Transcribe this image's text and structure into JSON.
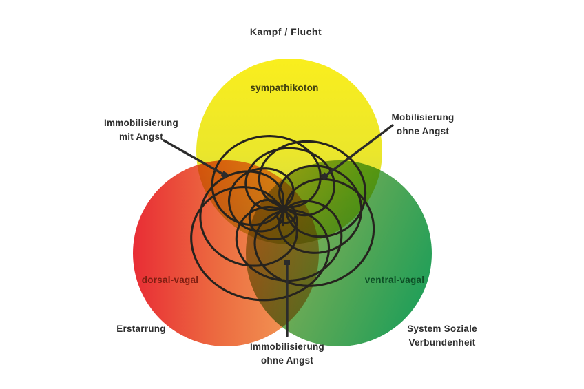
{
  "diagram": {
    "top_label": "Kampf / Flucht",
    "circle_labels": {
      "top": "sympathikoton",
      "left": "dorsal-vagal",
      "right": "ventral-vagal"
    },
    "callouts": {
      "left_line1": "Immobilisierung",
      "left_line2": "mit Angst",
      "right_line1": "Mobilisierung",
      "right_line2": "ohne Angst",
      "bottom_line1": "Immobilisierung",
      "bottom_line2": "ohne Angst"
    },
    "outer_labels": {
      "bottom_left": "Erstarrung",
      "bottom_right_line1": "System Soziale",
      "bottom_right_line2": "Verbundenheit"
    },
    "palette": {
      "background": "#ffffff",
      "text_dark": "#2e2e2e",
      "callout_line": "#2b2b2b",
      "scribble": "#26231e",
      "yellow_top": "#f9ec05",
      "yellow_mid": "#e9e414",
      "yellow_bottom": "#c3cd3a",
      "red_start": "#e6161f",
      "red_mid": "#ea5a2b",
      "red_end": "#f29c49",
      "green_start": "#a9a93b",
      "green_mid": "#55a043",
      "green_end": "#079446",
      "sympathikoton_text": "#3f3f10",
      "dorsal_text": "#7e1e12",
      "ventral_text": "#0d4e26"
    }
  }
}
